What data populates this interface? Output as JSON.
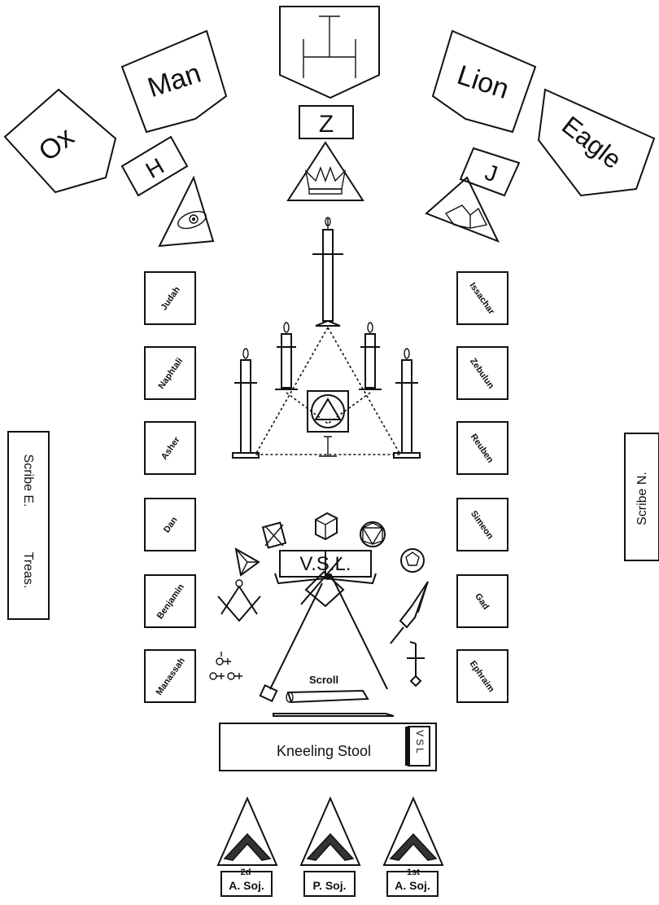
{
  "banners": {
    "ox": "Ox",
    "man": "Man",
    "lion": "Lion",
    "eagle": "Eagle"
  },
  "principals": {
    "haggai": "H",
    "zerubbabel": "Z",
    "joshua": "J"
  },
  "tribes_left": [
    "Judah",
    "Naphtali",
    "Asher",
    "Dan",
    "Benjamin",
    "Manassah"
  ],
  "tribes_right": [
    "Issachar",
    "Zebulun",
    "Reuben",
    "Simeon",
    "Gad",
    "Ephraim"
  ],
  "side_officers": {
    "scribe_e": "Scribe E.",
    "treas": "Treas.",
    "scribe_n": "Scribe N."
  },
  "altar": {
    "book": "V.S.L.",
    "scroll": "Scroll",
    "kneeling_stool": "Kneeling Stool",
    "stool_book": "VSL"
  },
  "sojourners": [
    {
      "top": "2d",
      "bottom": "A. Soj."
    },
    {
      "top": "",
      "bottom": "P. Soj."
    },
    {
      "top": "1st",
      "bottom": "A. Soj."
    }
  ]
}
